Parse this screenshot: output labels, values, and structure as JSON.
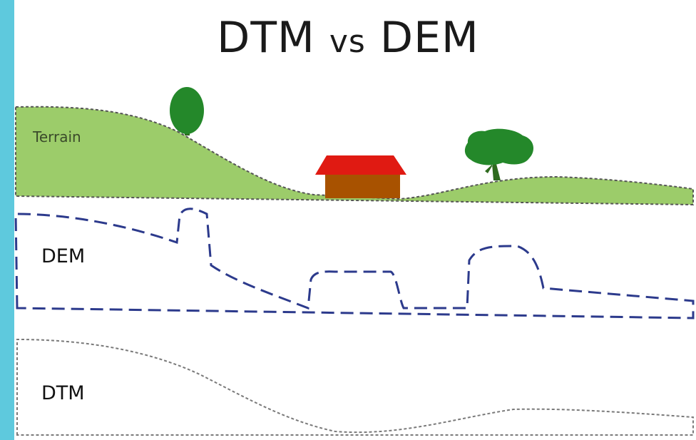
{
  "title": {
    "main_left": "DTM",
    "vs": "vs",
    "main_right": "DEM"
  },
  "labels": {
    "terrain": "Terrain",
    "dem": "DEM",
    "dtm": "DTM"
  },
  "colors": {
    "side_bar": "#5ec9dd",
    "terrain_fill": "#9ccc6a",
    "tree": "#24882a",
    "trunk": "#2f6b1f",
    "roof": "#e01a12",
    "house_wall": "#a85200",
    "dem_outline": "#2c3a8c",
    "dtm_outline": "#7a7a7a"
  },
  "icons": [
    "tree-icon",
    "house-icon"
  ]
}
